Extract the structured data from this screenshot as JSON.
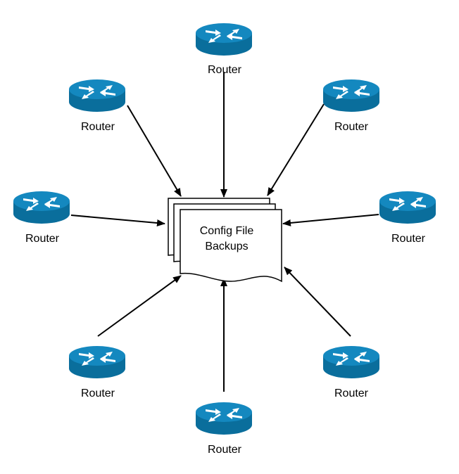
{
  "central_node": {
    "label_line1": "Config File",
    "label_line2": "Backups",
    "icon": "multi-document-icon"
  },
  "routers": [
    {
      "label": "Router",
      "icon": "router-icon"
    },
    {
      "label": "Router",
      "icon": "router-icon"
    },
    {
      "label": "Router",
      "icon": "router-icon"
    },
    {
      "label": "Router",
      "icon": "router-icon"
    },
    {
      "label": "Router",
      "icon": "router-icon"
    },
    {
      "label": "Router",
      "icon": "router-icon"
    },
    {
      "label": "Router",
      "icon": "router-icon"
    },
    {
      "label": "Router",
      "icon": "router-icon"
    }
  ],
  "colors": {
    "router_body": "#0a6e9c",
    "router_top": "#1488bf",
    "router_arrows": "#ffffff",
    "lines": "#000000"
  }
}
